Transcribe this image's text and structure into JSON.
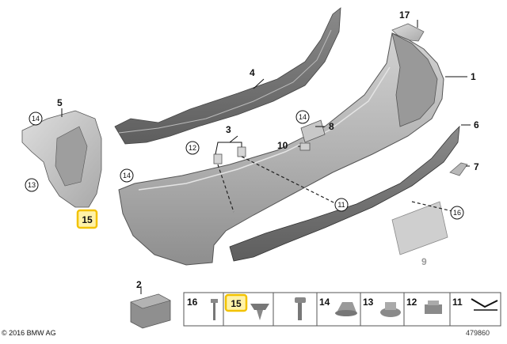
{
  "parts": {
    "p1": "1",
    "p2": "2",
    "p3": "3",
    "p4": "4",
    "p5": "5",
    "p6": "6",
    "p7": "7",
    "p8": "8",
    "p9": "9",
    "p10": "10",
    "p11": "11",
    "p12": "12",
    "p13": "13",
    "p14": "14",
    "p15": "15",
    "p16": "16",
    "p17": "17"
  },
  "callouts": {
    "c14_bracket": "14",
    "c13_bracket": "13",
    "c15_bracket": "15",
    "c12_carrier": "12",
    "c14_bumper": "14",
    "c14_small": "14",
    "c11_bumper": "11",
    "c16_plate": "16"
  },
  "fastener_row": {
    "items": [
      {
        "label": "16"
      },
      {
        "label": "15"
      },
      {
        "label": ""
      },
      {
        "label": "14"
      },
      {
        "label": "13"
      },
      {
        "label": "12"
      },
      {
        "label": "11"
      },
      {
        "label": ""
      }
    ]
  },
  "footer": {
    "copyright": "© 2016 BMW AG",
    "reference": "479860"
  },
  "colors": {
    "highlight_fill": "#fff2a8",
    "highlight_border": "#f2c200",
    "part_gray": "#a9a9a9",
    "dark_gray": "#6f6f6f"
  }
}
